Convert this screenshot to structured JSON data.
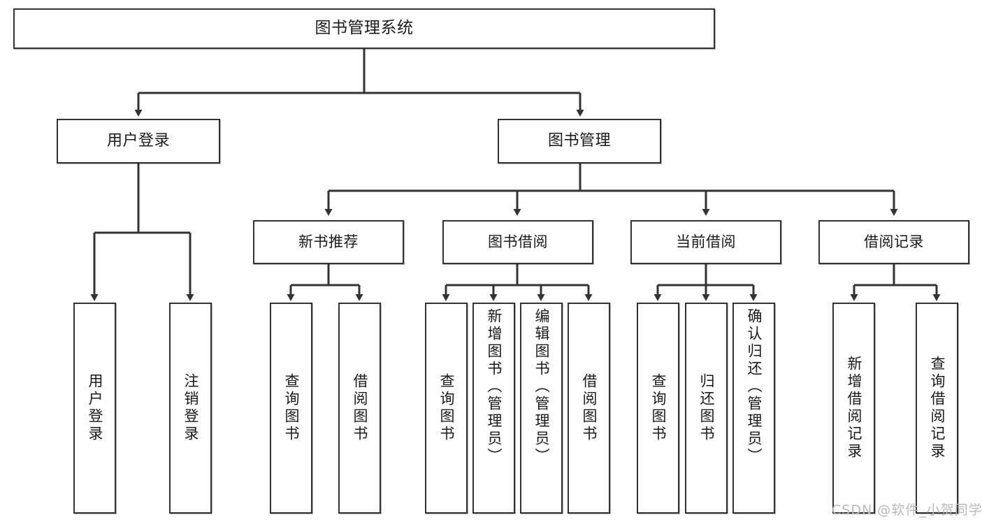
{
  "diagram": {
    "title": "图书管理系统",
    "type": "functional-structure-tree",
    "watermark": "CSDN @软件_小贺同学",
    "root": {
      "label": "图书管理系统"
    },
    "level2": [
      {
        "id": "user-login",
        "label": "用户登录"
      },
      {
        "id": "book-management",
        "label": "图书管理"
      }
    ],
    "level3": [
      {
        "id": "new-book-recommend",
        "label": "新书推荐",
        "parent": "book-management"
      },
      {
        "id": "book-borrow",
        "label": "图书借阅",
        "parent": "book-management"
      },
      {
        "id": "current-borrow",
        "label": "当前借阅",
        "parent": "book-management"
      },
      {
        "id": "borrow-record",
        "label": "借阅记录",
        "parent": "book-management"
      }
    ],
    "leaves": {
      "user_login": [
        {
          "id": "leaf-user-login",
          "label": "用户登录"
        },
        {
          "id": "leaf-user-logout",
          "label": "注销登录"
        }
      ],
      "new_book_recommend": [
        {
          "id": "leaf-query-book-1",
          "label": "查询图书"
        },
        {
          "id": "leaf-borrow-book-1",
          "label": "借阅图书"
        }
      ],
      "book_borrow": [
        {
          "id": "leaf-query-book-2",
          "label": "查询图书"
        },
        {
          "id": "leaf-add-book",
          "label": "新增图书（管理员）"
        },
        {
          "id": "leaf-edit-book",
          "label": "编辑图书（管理员）"
        },
        {
          "id": "leaf-borrow-book-2",
          "label": "借阅图书"
        }
      ],
      "current_borrow": [
        {
          "id": "leaf-query-book-3",
          "label": "查询图书"
        },
        {
          "id": "leaf-return-book",
          "label": "归还图书"
        },
        {
          "id": "leaf-confirm-return",
          "label": "确认归还（管理员）"
        }
      ],
      "borrow_record": [
        {
          "id": "leaf-add-record",
          "label": "新增借阅记录"
        },
        {
          "id": "leaf-query-record",
          "label": "查询借阅记录"
        }
      ]
    },
    "colors": {
      "box_border": "#333333",
      "box_fill": "#ffffff",
      "connector": "#333333",
      "text": "#1a1a1a",
      "watermark": "#b9b9b9",
      "background": "#ffffff"
    }
  }
}
